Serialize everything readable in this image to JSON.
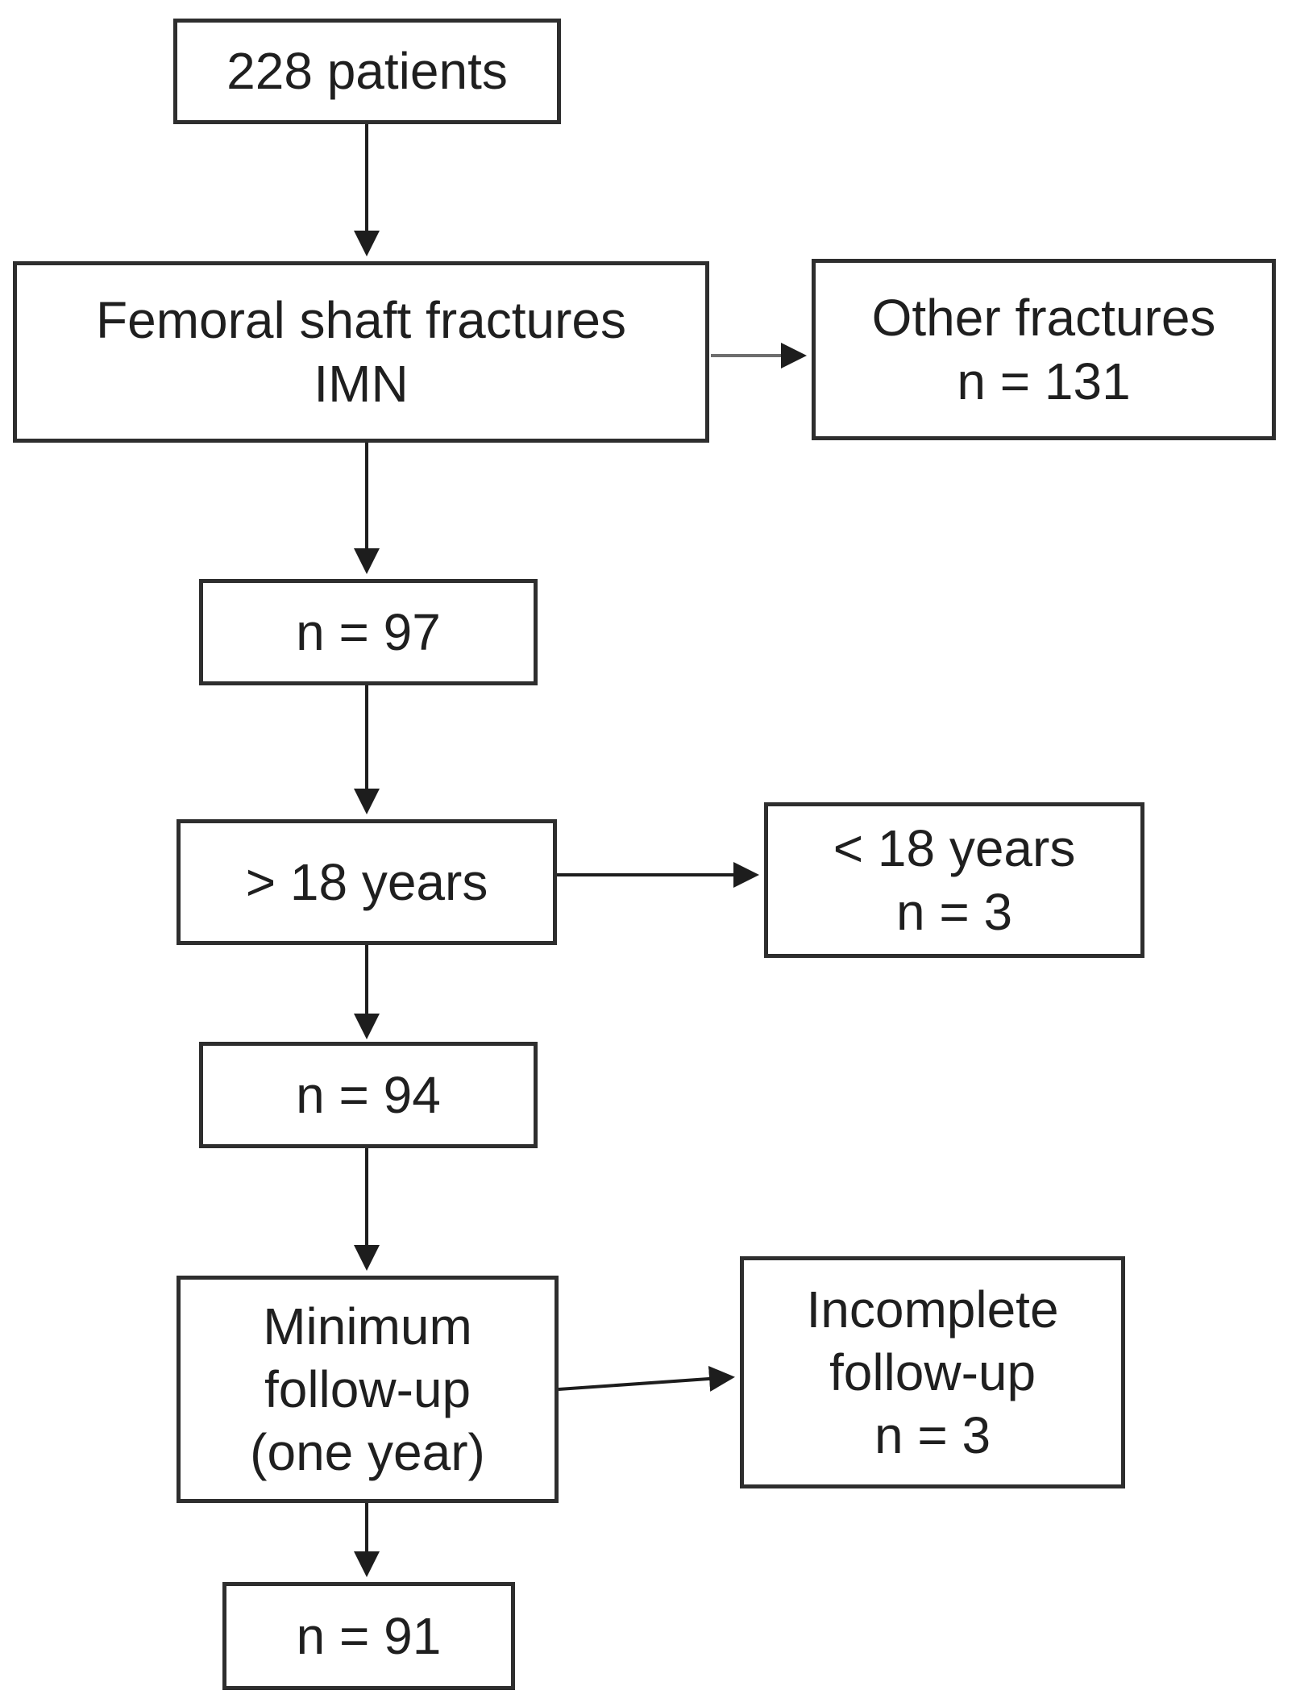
{
  "diagram_type": "patient-selection-flowchart",
  "colors": {
    "background": "#ffffff",
    "text": "#1f1f1f",
    "border": "#2e2e2e",
    "arrow": "#1d1d1d",
    "arrow_shaft_gray": "#6e6e6e"
  },
  "nodes": {
    "patients": {
      "label": "228 patients"
    },
    "femoral": {
      "label": "Femoral shaft fractures\nIMN"
    },
    "other_fractures": {
      "label": "Other fractures\nn = 131"
    },
    "n97": {
      "label": "n = 97"
    },
    "over18": {
      "label": "> 18 years"
    },
    "under18": {
      "label": "< 18 years\nn = 3"
    },
    "n94": {
      "label": "n = 94"
    },
    "min_followup": {
      "label": "Minimum\nfollow-up\n(one year)"
    },
    "incomplete_followup": {
      "label": "Incomplete\nfollow-up\nn = 3"
    },
    "n91": {
      "label": "n = 91"
    }
  },
  "edges": [
    {
      "from": "patients",
      "to": "femoral"
    },
    {
      "from": "femoral",
      "to": "other_fractures"
    },
    {
      "from": "femoral",
      "to": "n97"
    },
    {
      "from": "n97",
      "to": "over18"
    },
    {
      "from": "over18",
      "to": "under18"
    },
    {
      "from": "over18",
      "to": "n94"
    },
    {
      "from": "n94",
      "to": "min_followup"
    },
    {
      "from": "min_followup",
      "to": "incomplete_followup"
    },
    {
      "from": "min_followup",
      "to": "n91"
    }
  ]
}
